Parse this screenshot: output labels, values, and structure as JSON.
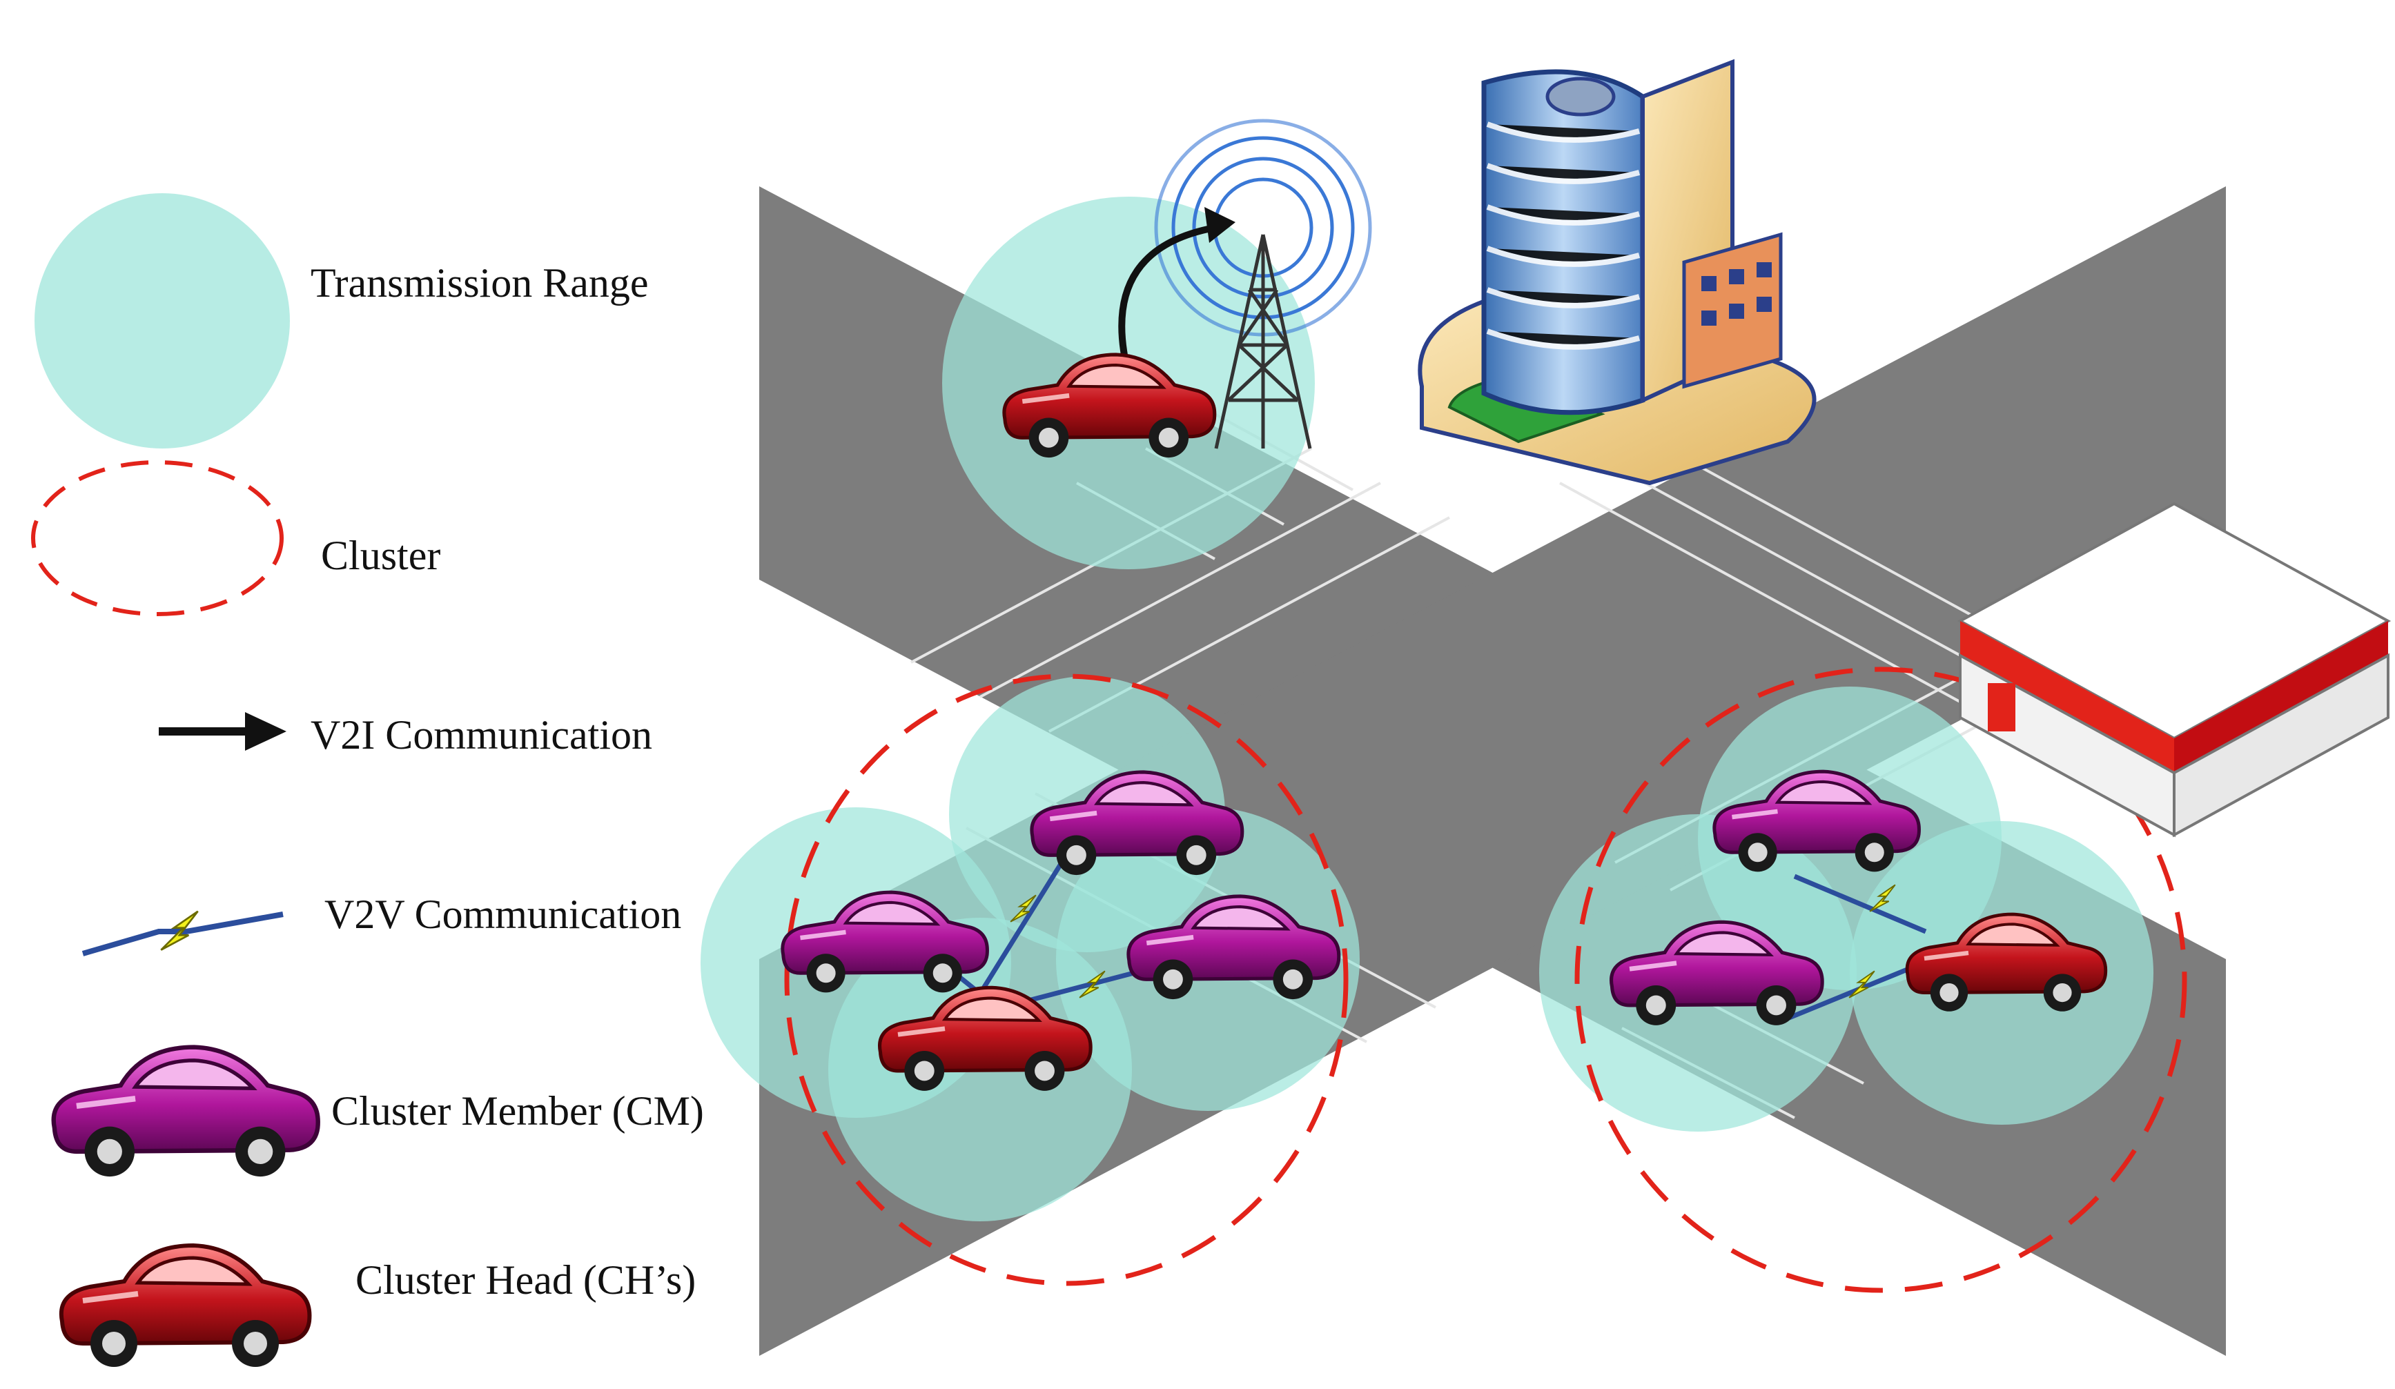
{
  "legend": [
    {
      "key": "transmission-range",
      "label": "Transmission Range"
    },
    {
      "key": "cluster",
      "label": "Cluster"
    },
    {
      "key": "v2i",
      "label": "V2I Communication"
    },
    {
      "key": "v2v",
      "label": "V2V Communication"
    },
    {
      "key": "cluster-member",
      "label": "Cluster Member (CM)"
    },
    {
      "key": "cluster-head",
      "label": "Cluster Head (CH’s)"
    }
  ],
  "colors": {
    "road": "#7d7d7d",
    "lane_lines": "#e6e6e6",
    "transmission_range": "#9fe6db",
    "cluster_border": "#e2231a",
    "cluster_member": "#b0169c",
    "cluster_head": "#c4141c",
    "v2v_link": "#2b4d9c",
    "v2v_bolt": "#f2f01c",
    "v2i_arrow": "#111111"
  },
  "icons": [
    "cell-tower-icon",
    "office-building-icon",
    "store-building-icon",
    "car-icon"
  ]
}
